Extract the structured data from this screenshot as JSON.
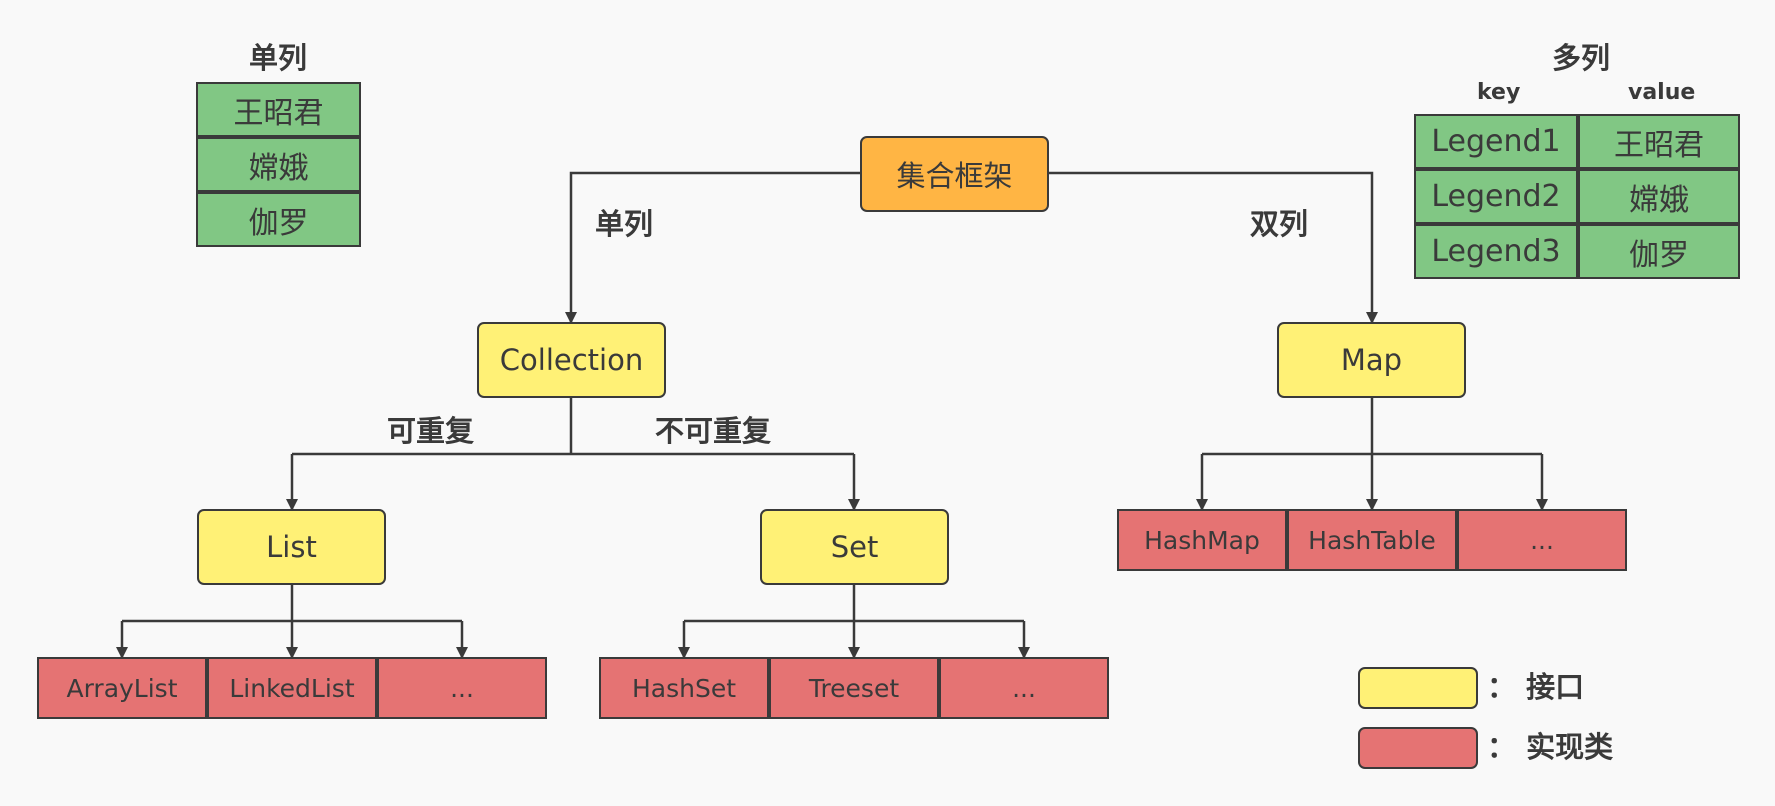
{
  "root": "集合框架",
  "branch_single": "单列",
  "branch_double": "双列",
  "collection": "Collection",
  "map": "Map",
  "repeatable": "可重复",
  "non_repeatable": "不可重复",
  "list": "List",
  "set": "Set",
  "list_impls": [
    "ArrayList",
    "LinkedList",
    "..."
  ],
  "set_impls": [
    "HashSet",
    "Treeset",
    "..."
  ],
  "map_impls": [
    "HashMap",
    "HashTable",
    "..."
  ],
  "single_example": {
    "title": "单列",
    "rows": [
      "王昭君",
      "嫦娥",
      "伽罗"
    ]
  },
  "multi_example": {
    "title": "多列",
    "key_header": "key",
    "value_header": "value",
    "keys": [
      "Legend1",
      "Legend2",
      "Legend3"
    ],
    "values": [
      "王昭君",
      "嫦娥",
      "伽罗"
    ]
  },
  "legend": {
    "interface": "： 接口",
    "impl": "： 实现类"
  },
  "colors": {
    "interface": "#fff176",
    "root": "#ffb544",
    "impl": "#e57373",
    "example": "#81c784",
    "line": "#3a3a3a"
  }
}
